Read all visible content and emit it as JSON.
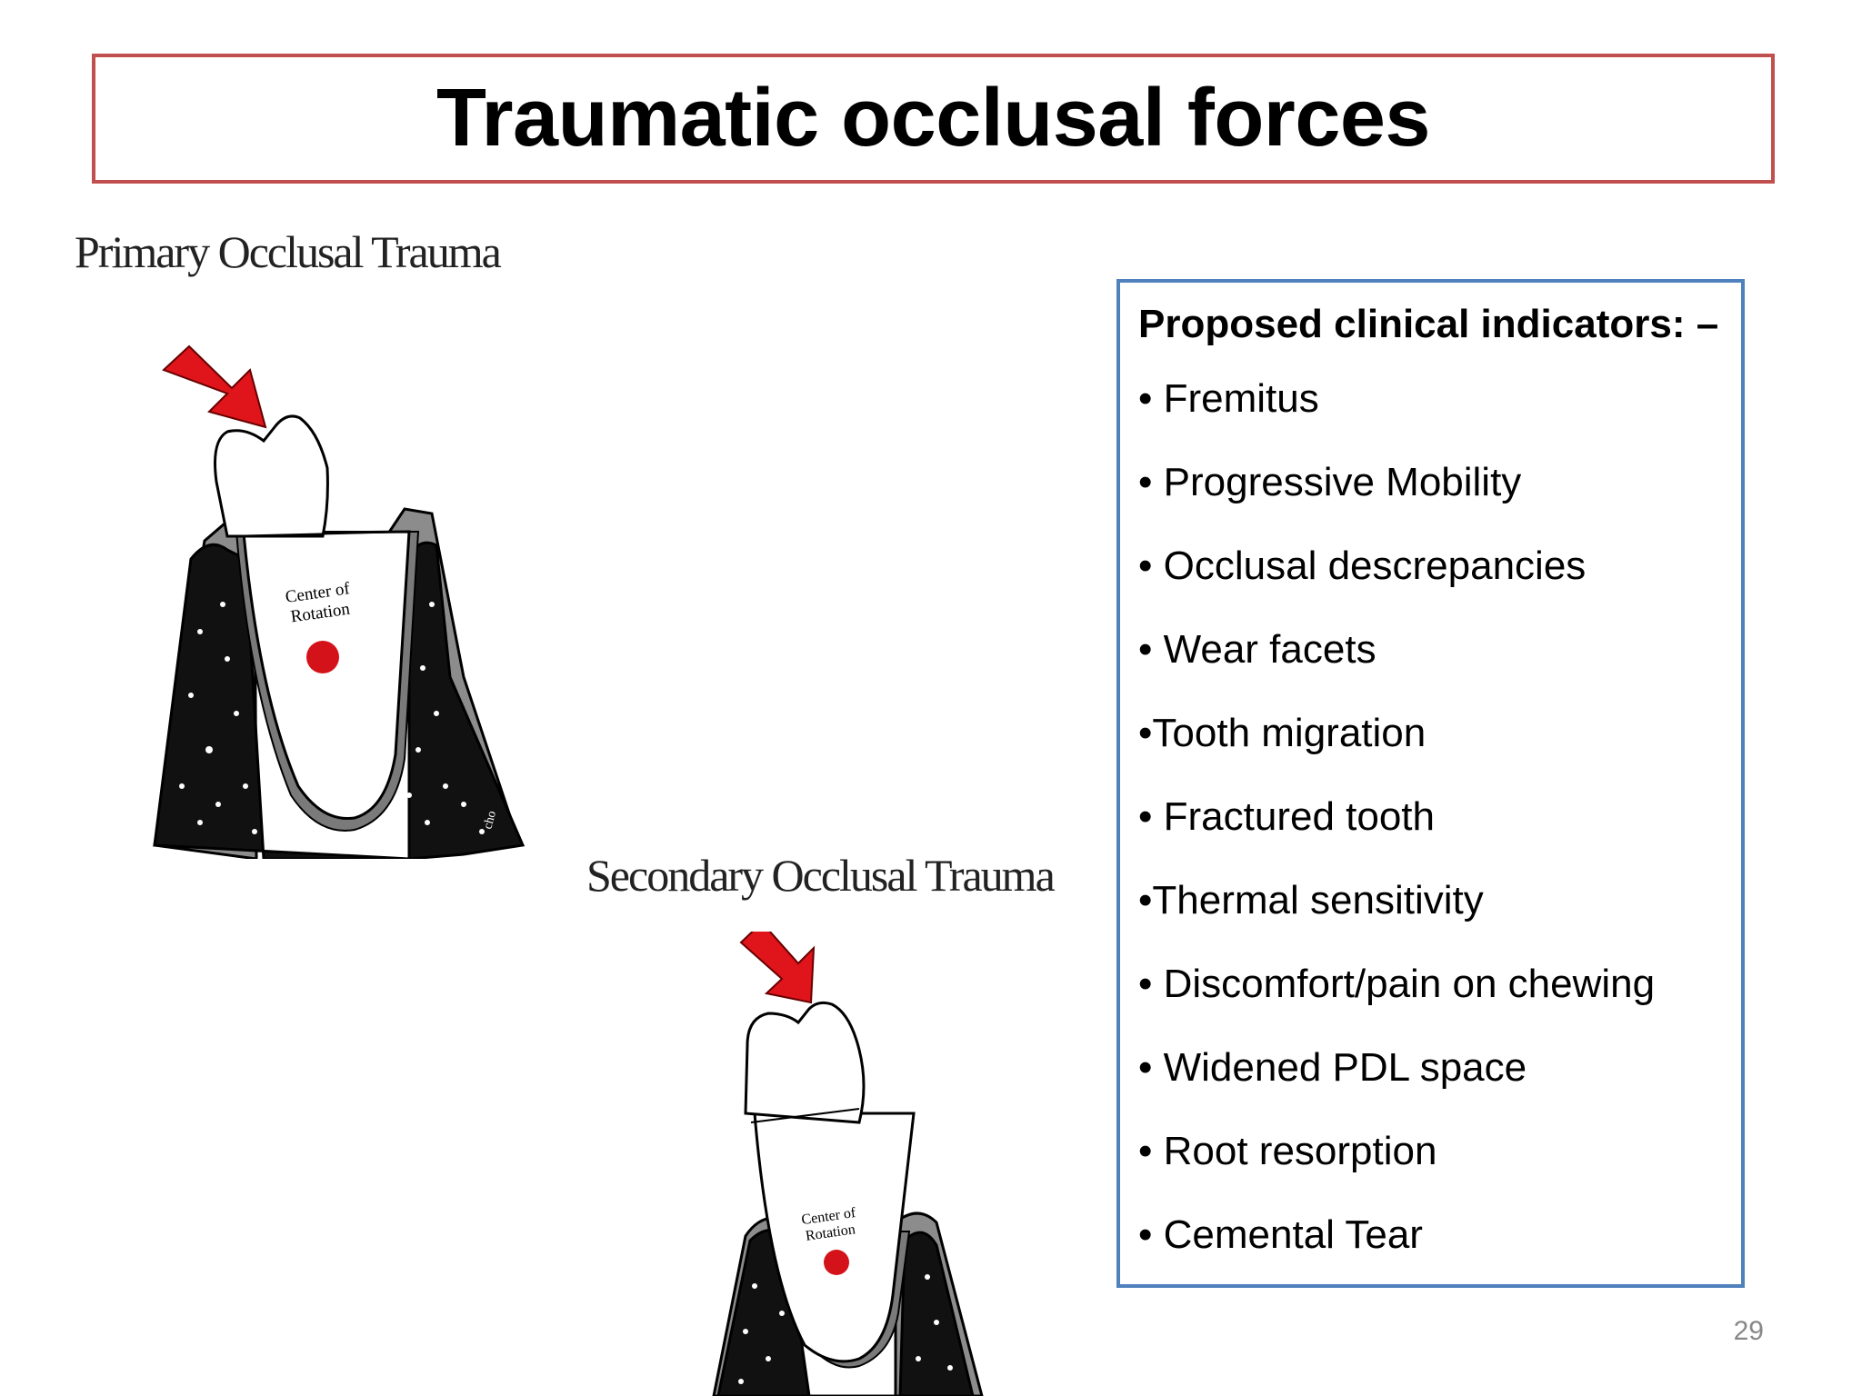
{
  "slide": {
    "title": "Traumatic occlusal forces",
    "page_number": "29"
  },
  "figures": {
    "primary": {
      "caption": "Primary Occlusal Trauma",
      "center_label_line1": "Center of",
      "center_label_line2": "Rotation",
      "signature": "cho"
    },
    "secondary": {
      "caption": "Secondary Occlusal Trauma",
      "center_label_line1": "Center of",
      "center_label_line2": "Rotation"
    }
  },
  "indicators": {
    "heading": "Proposed clinical indicators: –",
    "items": [
      "• Fremitus",
      "• Progressive Mobility",
      "• Occlusal descrepancies",
      "• Wear facets",
      "•Tooth migration",
      "• Fractured tooth",
      "•Thermal sensitivity",
      "• Discomfort/pain on chewing",
      "• Widened PDL space",
      "• Root resorption",
      "• Cemental Tear"
    ]
  },
  "colors": {
    "title_border": "#c0504d",
    "indicator_border": "#4f81bd",
    "arrow": "#e0141b",
    "center_dot": "#d4121a"
  }
}
